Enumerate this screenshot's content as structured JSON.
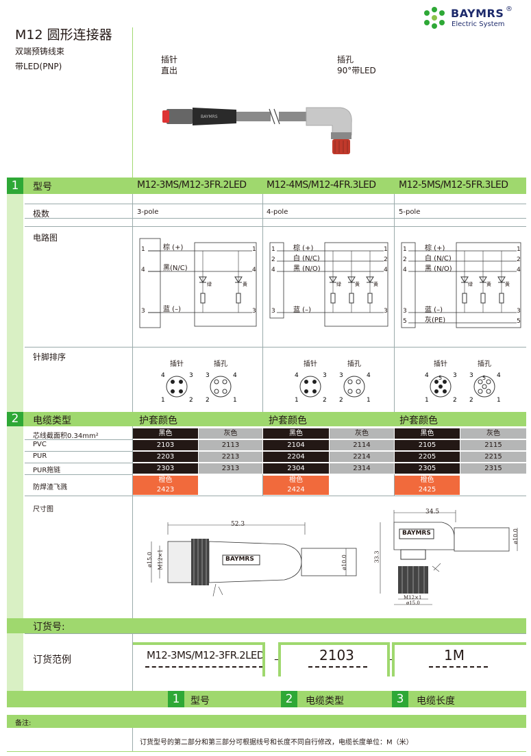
{
  "logo": {
    "brand": "BAYMRS",
    "registered": "®",
    "tagline": "Electric System"
  },
  "header": {
    "title": "M12 圆形连接器",
    "subtitle1": "双端预铸线束",
    "subtitle2": "带LED(PNP)",
    "end1_line1": "插针",
    "end1_line2": "直出",
    "end2_line1": "插孔",
    "end2_line2": "90°带LED"
  },
  "section1": {
    "number": "1",
    "label": "型号",
    "models": [
      "M12-3MS/M12-3FR.2LED",
      "M12-4MS/M12-4FR.3LED",
      "M12-5MS/M12-5FR.3LED"
    ],
    "poles_label": "极数",
    "poles": [
      "3-pole",
      "4-pole",
      "5-pole"
    ],
    "circuit_label": "电路图",
    "pinout_label": "针脚排序",
    "pin_male": "插针",
    "pin_female": "插孔"
  },
  "circuits": {
    "c3": {
      "wires": [
        "棕 (+)",
        "黑(N/C)",
        "蓝 (–)"
      ],
      "leds": [
        "绿",
        "黄"
      ],
      "left_pins": [
        "1",
        "4",
        "3"
      ],
      "right_pins": [
        "1",
        "4",
        "3"
      ]
    },
    "c4": {
      "wires": [
        "棕 (+)",
        "白 (N/C)",
        "黑 (N/O)",
        "蓝 (–)"
      ],
      "leds": [
        "绿",
        "黄",
        "黄"
      ],
      "left_pins": [
        "1",
        "2",
        "4",
        "3"
      ],
      "right_pins": [
        "1",
        "2",
        "4",
        "3"
      ]
    },
    "c5": {
      "wires": [
        "棕 (+)",
        "白 (N/C)",
        "黑 (N/O)",
        "蓝 (–)",
        "灰(PE)"
      ],
      "leds": [
        "绿",
        "黄",
        "黄"
      ],
      "left_pins": [
        "1",
        "2",
        "4",
        "3",
        "5"
      ],
      "right_pins": [
        "1",
        "2",
        "4",
        "3",
        "5"
      ]
    }
  },
  "section2": {
    "number": "2",
    "label": "电缆类型",
    "jacket_color": "护套颜色",
    "row_labels": [
      "芯线截面积0.34mm²",
      "PVC",
      "PUR",
      "PUR拖链",
      "防焊渣飞溅"
    ],
    "black": "黑色",
    "grey": "灰色",
    "orange": "橙色",
    "cols": [
      {
        "pvc_b": "2103",
        "pvc_g": "2113",
        "pur_b": "2203",
        "pur_g": "2213",
        "chain_b": "2303",
        "chain_g": "2313",
        "weld": "2423"
      },
      {
        "pvc_b": "2104",
        "pvc_g": "2114",
        "pur_b": "2204",
        "pur_g": "2214",
        "chain_b": "2304",
        "chain_g": "2314",
        "weld": "2424"
      },
      {
        "pvc_b": "2105",
        "pvc_g": "2115",
        "pur_b": "2205",
        "pur_g": "2215",
        "chain_b": "2305",
        "chain_g": "2315",
        "weld": "2425"
      }
    ],
    "dims_label": "尺寸图"
  },
  "dims": {
    "straight_len": "52.3",
    "straight_d1": "ø15.0",
    "straight_d2": "M12×1",
    "straight_cable": "ø10.0",
    "angle_w": "34.5",
    "angle_h": "33.3",
    "angle_cable": "ø10.0",
    "angle_thread": "M12×1",
    "angle_d": "ø15.0",
    "brand": "BAYMRS"
  },
  "order": {
    "heading": "订货号:",
    "example_label": "订货范例",
    "model": "M12-3MS/M12-3FR.2LED",
    "cable": "2103",
    "length": "1M",
    "dash": "–",
    "legend": [
      {
        "num": "1",
        "text": "型号"
      },
      {
        "num": "2",
        "text": "电缆类型"
      },
      {
        "num": "3",
        "text": "电缆长度"
      }
    ]
  },
  "notes": {
    "label": "备注:",
    "text": "订货型号的第二部分和第三部分可根据线号和长度不同自行修改，电缆长度单位：M（米）"
  }
}
